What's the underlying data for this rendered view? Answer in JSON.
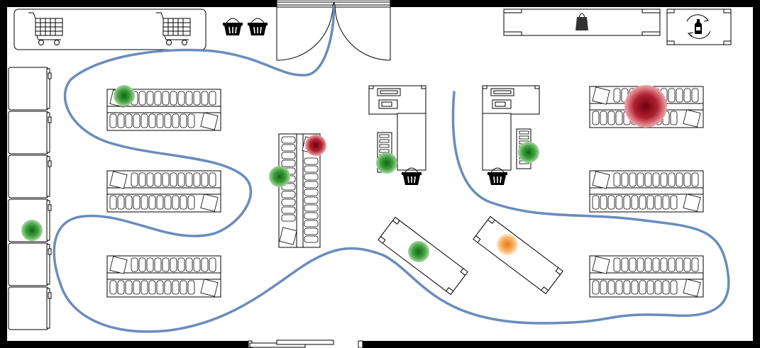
{
  "colors": {
    "background": "#ffffff",
    "wall": "#000000",
    "path": "#6a8cbd",
    "hotspot_low": "#3a9a3a",
    "hotspot_medium": "#f08a1c",
    "hotspot_high": "#a0141e"
  },
  "icons": {
    "cart": "shopping-cart-icon",
    "basket": "shopping-basket-icon",
    "bag": "shopping-bag-icon",
    "recycle": "bottle-recycling-icon",
    "register": "cash-register-icon"
  },
  "heatmap": {
    "levels": [
      "low",
      "medium",
      "high"
    ],
    "spots": [
      {
        "zone": "shelf-left-top",
        "level": "low"
      },
      {
        "zone": "shelf-left-middle",
        "level": "low"
      },
      {
        "zone": "shelf-center-vertical",
        "level": "high"
      },
      {
        "zone": "checkout-1",
        "level": "low"
      },
      {
        "zone": "checkout-2",
        "level": "low"
      },
      {
        "zone": "shelf-right-top",
        "level": "high"
      },
      {
        "zone": "fridge-column",
        "level": "low"
      },
      {
        "zone": "display-table-1",
        "level": "low"
      },
      {
        "zone": "display-table-2",
        "level": "medium"
      }
    ]
  }
}
